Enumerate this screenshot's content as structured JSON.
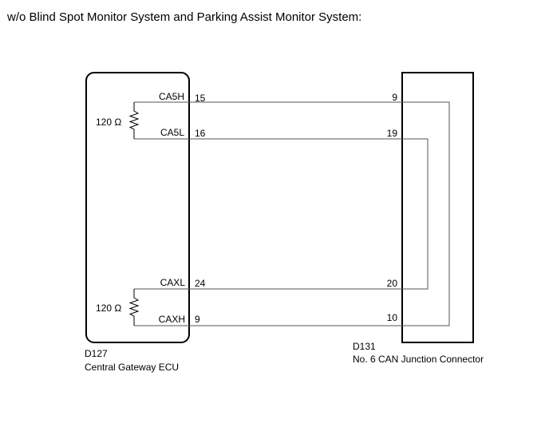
{
  "heading": "w/o Blind Spot Monitor System and Parking Assist Monitor System:",
  "ecu": {
    "connector": "D127",
    "name": "Central Gateway ECU",
    "resistor_top": "120 Ω",
    "resistor_bottom": "120 Ω",
    "pins": [
      {
        "signal": "CA5H",
        "pin": "15"
      },
      {
        "signal": "CA5L",
        "pin": "16"
      },
      {
        "signal": "CAXL",
        "pin": "24"
      },
      {
        "signal": "CAXH",
        "pin": "9"
      }
    ]
  },
  "junction": {
    "connector": "D131",
    "name": "No. 6 CAN Junction Connector",
    "pins": [
      "9",
      "19",
      "20",
      "10"
    ]
  }
}
